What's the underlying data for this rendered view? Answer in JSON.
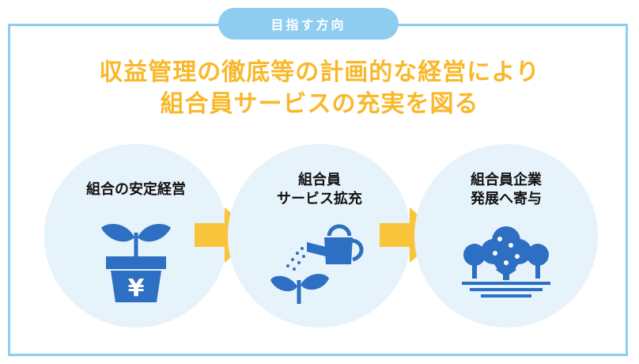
{
  "badge": "目指す方向",
  "headline": {
    "line1": "収益管理の徹底等の計画的な経営により",
    "line2": "組合員サービスの充実を図る"
  },
  "steps": [
    {
      "label_lines": [
        "組合の安定経営"
      ],
      "icon": "plant-pot-yen-icon",
      "symbol": "¥"
    },
    {
      "label_lines": [
        "組合員",
        "サービス拡充"
      ],
      "icon": "watering-can-sprout-icon"
    },
    {
      "label_lines": [
        "組合員企業",
        "発展へ寄与"
      ],
      "icon": "trees-icon"
    }
  ],
  "colors": {
    "frame": "#8ecdf0",
    "headline": "#f8b82a",
    "circle": "#e7f3fa",
    "icon": "#2d6fc2",
    "arrow": "#f8c43a"
  }
}
